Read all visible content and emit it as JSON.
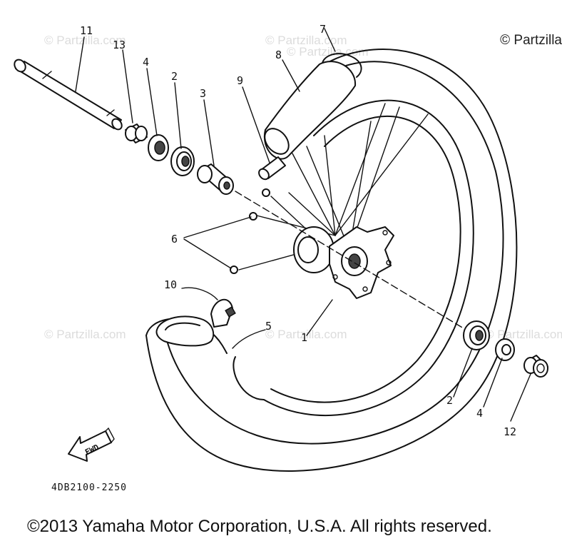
{
  "watermarks": [
    "© Partzilla.com",
    "© Partzilla.com",
    "© Partzilla.com",
    "© Partzilla.com",
    "© Partzilla.com",
    "© Partzilla.com"
  ],
  "corner_copyright": "© Partzilla",
  "drawing_number": "4DB2100-2250",
  "fwd_label": "FWD",
  "footer": "©2013  Yamaha Motor Corporation, U.S.A. All rights reserved.",
  "callouts": {
    "axle": "11",
    "collar_left": "13",
    "oil_seal_left": "4",
    "bearing_left": "2",
    "spacer": "3",
    "spoke_nipple": "9",
    "rim_band": "8",
    "tire": "7",
    "spokes": "6",
    "valve": "10",
    "tube": "5",
    "hub": "1",
    "bearing_right": "2",
    "oil_seal_right": "4",
    "collar_right": "12"
  }
}
